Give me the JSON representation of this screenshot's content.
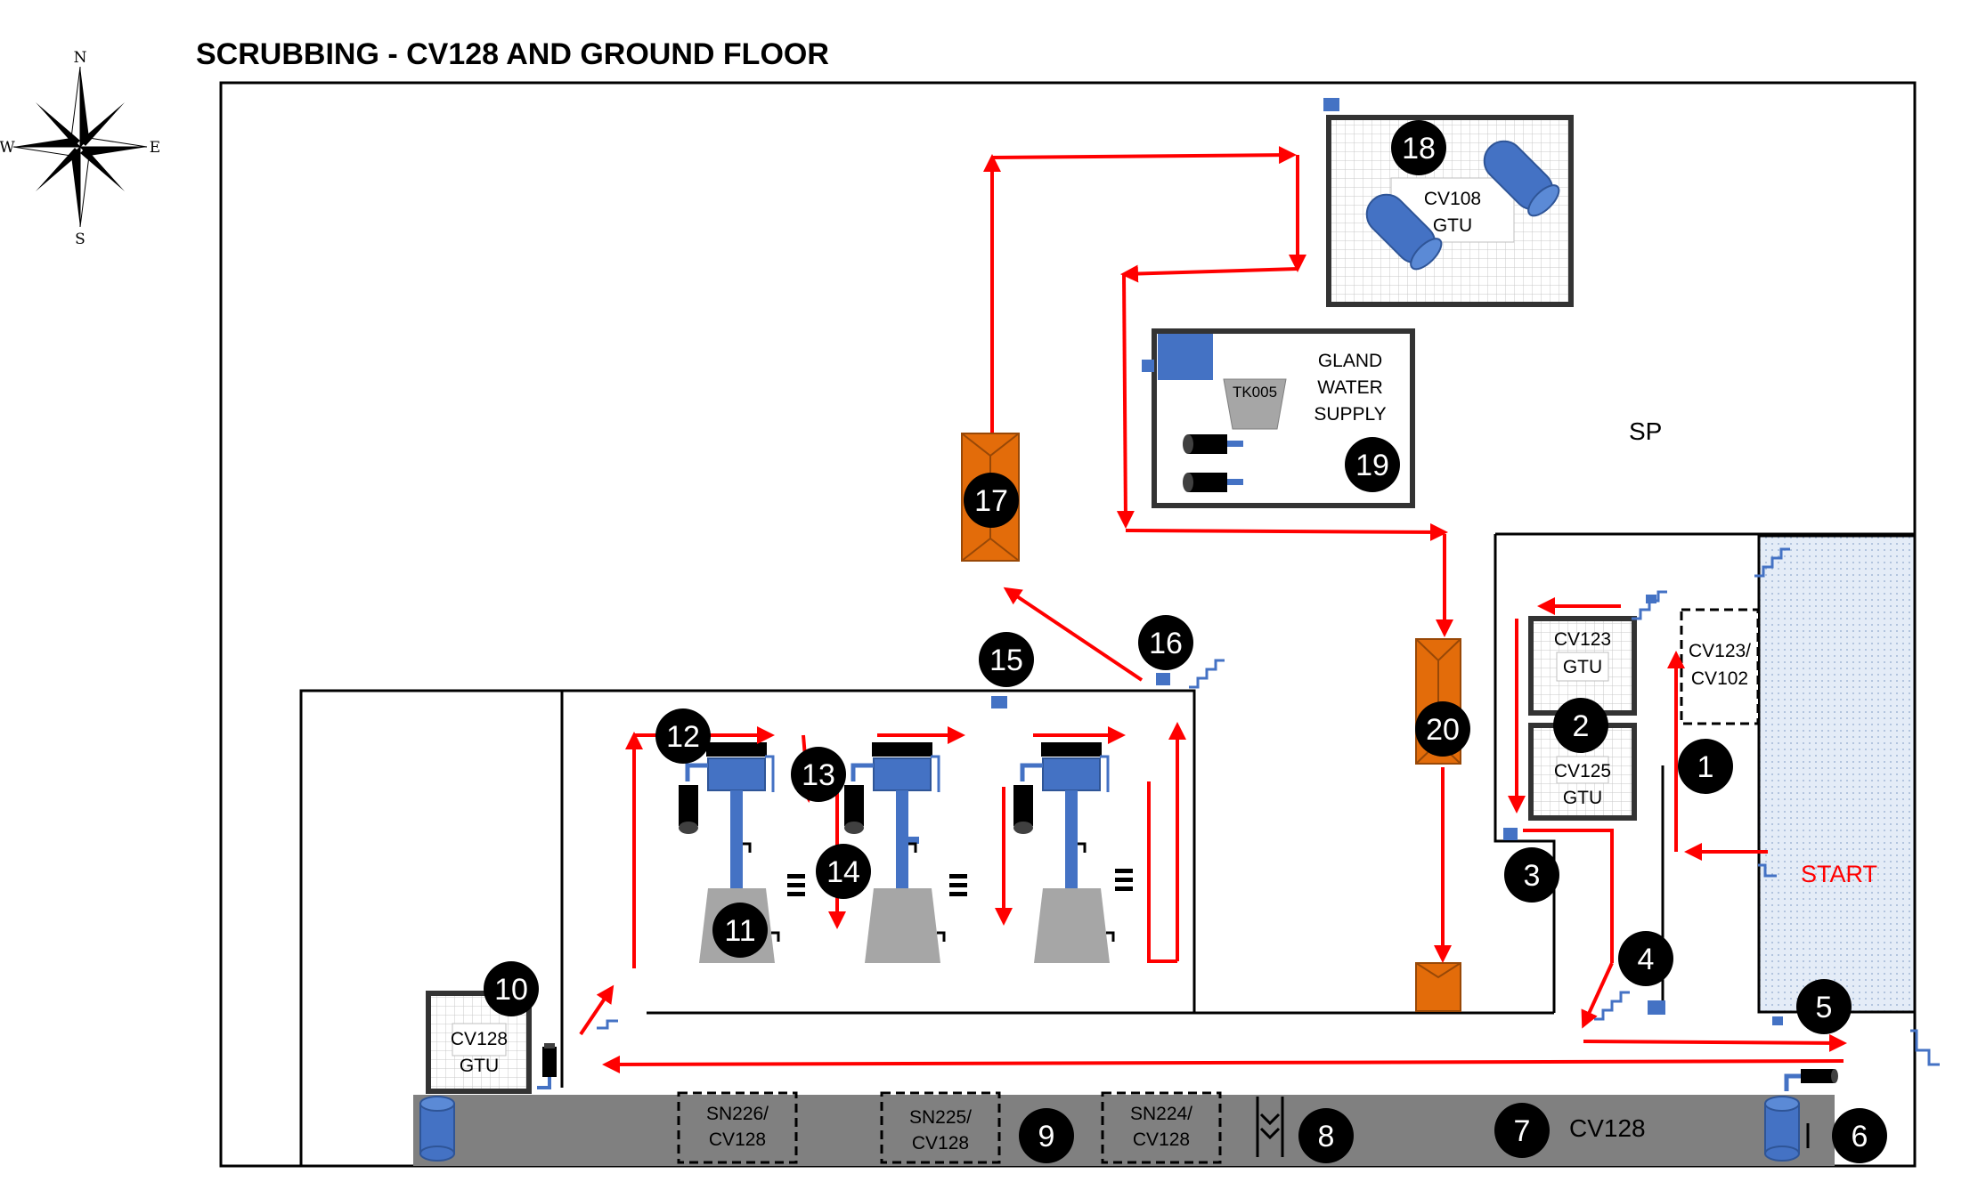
{
  "title": "SCRUBBING - CV128 AND GROUND FLOOR",
  "compass": {
    "n": "N",
    "e": "E",
    "s": "S",
    "w": "W"
  },
  "areas": {
    "sp": "SP",
    "cv128_floor": "CV128",
    "start": "START"
  },
  "equipment": {
    "cv108": [
      "CV108",
      "GTU"
    ],
    "gland": [
      "GLAND",
      "WATER",
      "SUPPLY"
    ],
    "tk005": "TK005",
    "cv123": [
      "CV123",
      "GTU"
    ],
    "cv125": [
      "CV125",
      "GTU"
    ],
    "cv123_cv102": [
      "CV123/",
      "CV102"
    ],
    "cv128": [
      "CV128",
      "GTU"
    ],
    "sn226": [
      "SN226/",
      "CV128"
    ],
    "sn225": [
      "SN225/",
      "CV128"
    ],
    "sn224": [
      "SN224/",
      "CV128"
    ]
  },
  "steps": [
    "1",
    "2",
    "3",
    "4",
    "5",
    "6",
    "7",
    "8",
    "9",
    "10",
    "11",
    "12",
    "13",
    "14",
    "15",
    "16",
    "17",
    "18",
    "19",
    "20"
  ],
  "colors": {
    "route": "#ff0000",
    "equipment": "#4472c4",
    "funnel": "#a6a6a6",
    "conveyor": "#808080",
    "chute": "#e36c0a",
    "marker": "#000000"
  }
}
